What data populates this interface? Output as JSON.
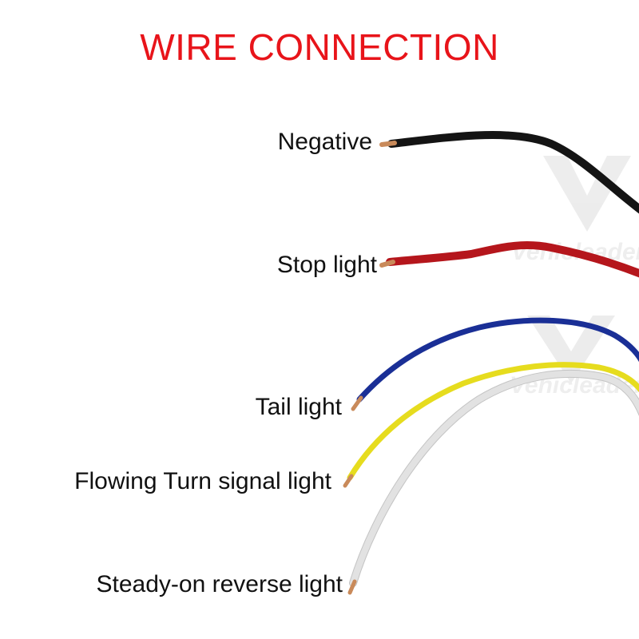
{
  "title": "WIRE CONNECTION",
  "colors": {
    "title": "#e8141a",
    "negative": "#141414",
    "stop": "#b5161c",
    "tail": "#1a2f96",
    "flowing": "#e6dc1e",
    "reverse": "#e2e2e2",
    "copper": "#c98a5a",
    "watermark": "#e8e8e8"
  },
  "watermark": "Vehicleader",
  "wires": [
    {
      "id": "negative",
      "label": "Negative"
    },
    {
      "id": "stop",
      "label": "Stop light"
    },
    {
      "id": "tail",
      "label": "Tail light"
    },
    {
      "id": "flowing",
      "label": "Flowing Turn signal light"
    },
    {
      "id": "reverse",
      "label": "Steady-on reverse light"
    }
  ]
}
